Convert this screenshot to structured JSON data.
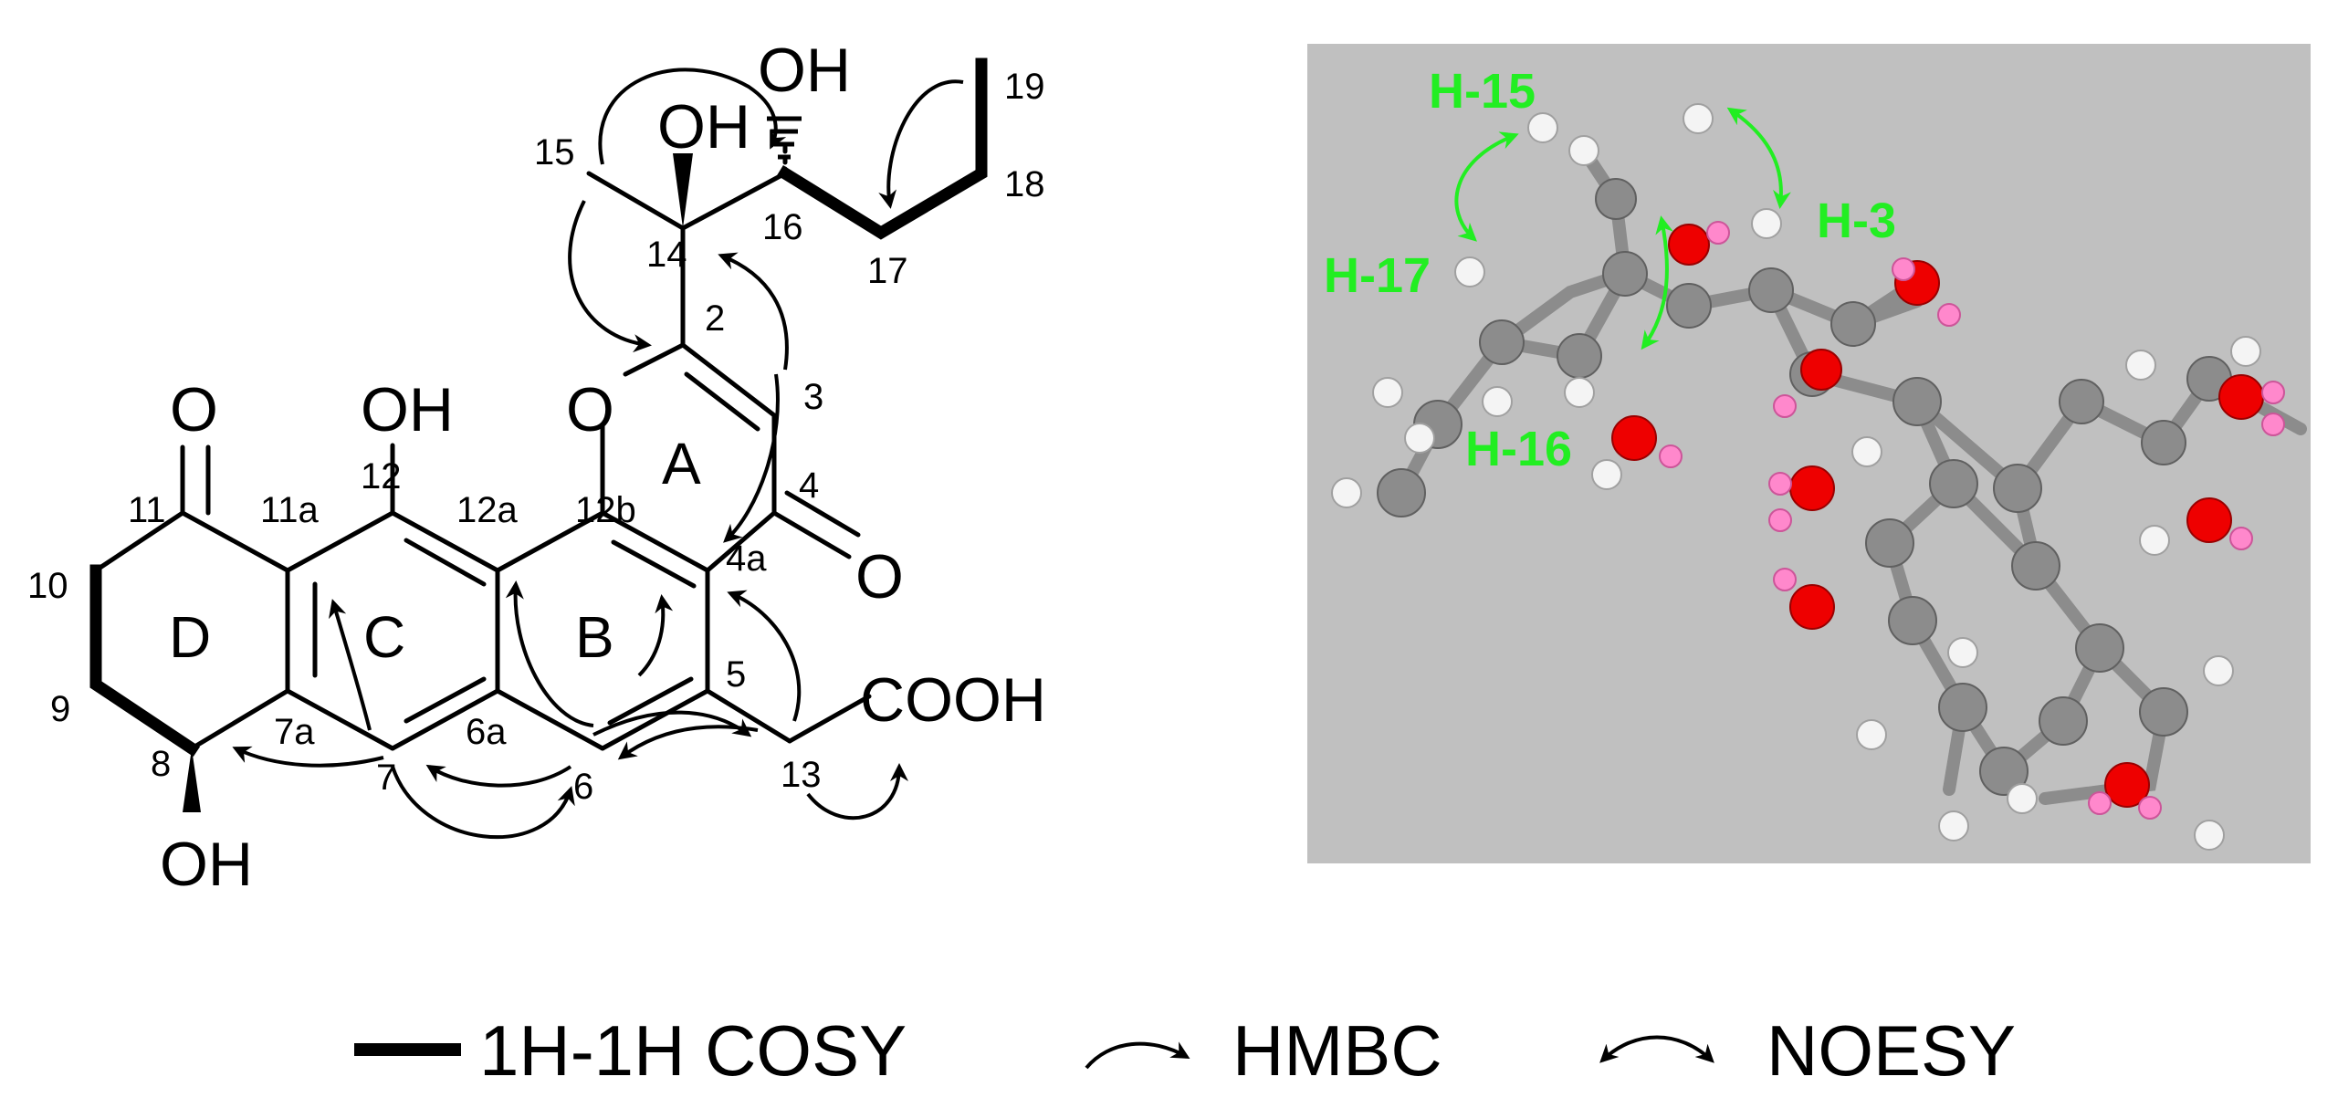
{
  "structure": {
    "atom_labels": {
      "o11": "O",
      "oh12": "OH",
      "o_ring": "O",
      "o4": "O",
      "oh14": "OH",
      "oh16": "OH",
      "oh8": "OH",
      "cooh": "COOH"
    },
    "ring_labels": {
      "a": "A",
      "b": "B",
      "c": "C",
      "d": "D"
    },
    "positions": {
      "n2": "2",
      "n3": "3",
      "n4": "4",
      "n4a": "4a",
      "n5": "5",
      "n6": "6",
      "n6a": "6a",
      "n7": "7",
      "n7a": "7a",
      "n8": "8",
      "n9": "9",
      "n10": "10",
      "n11": "11",
      "n11a": "11a",
      "n12": "12",
      "n12a": "12a",
      "n12b": "12b",
      "n13": "13",
      "n14": "14",
      "n15": "15",
      "n16": "16",
      "n17": "17",
      "n18": "18",
      "n19": "19"
    }
  },
  "model_3d": {
    "panel_color": "#c0c0c0",
    "carbon_color": "#8c8c8c",
    "oxygen_color": "#ee0000",
    "hydrogen_color": "#f4f4f4",
    "hydroxyl_h_color": "#ff88cc",
    "noe_color": "#22ee22",
    "labels": {
      "h15": "H-15",
      "h3": "H-3",
      "h17": "H-17",
      "h16": "H-16"
    }
  },
  "legend": {
    "cosy": "1H-1H COSY",
    "hmbc": "HMBC",
    "noesy": "NOESY"
  }
}
